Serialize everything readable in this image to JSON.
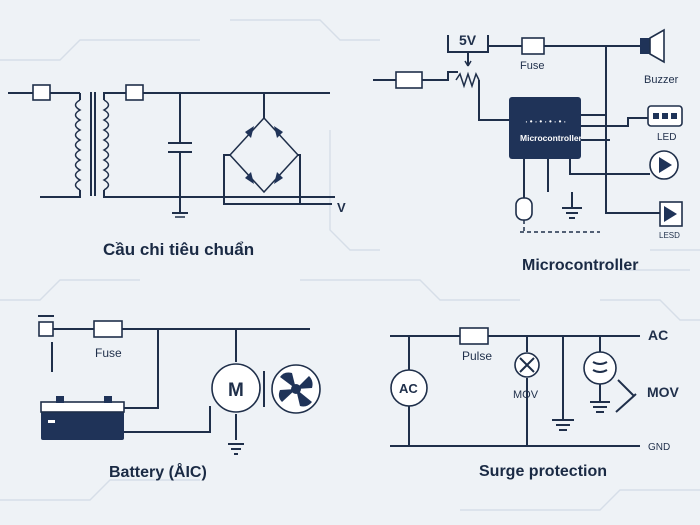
{
  "title_top_left": "Cầu chi tiêu chuẩn",
  "title_top_right": "Microcontroller",
  "title_bottom_left": "Battery (ÅIC)",
  "title_bottom_right": "Surge protection",
  "mcu": {
    "voltage": "5V",
    "fuse": "Fuse",
    "chip_label": "Microcontroller",
    "chip_pins": "·•·•·•·•·",
    "buzzer": "Buzzer",
    "led": "LED",
    "lesd": "LESD"
  },
  "rectifier": {
    "out": "V"
  },
  "battery": {
    "fuse": "Fuse",
    "motor": "M"
  },
  "surge": {
    "ac_line": "AC",
    "ac_source": "AC",
    "fuse": "Pulse",
    "mov1": "MOV",
    "mov2": "MOV",
    "gnd": "GND"
  },
  "colors": {
    "ink": "#1f2f4a",
    "chip": "#1f3358",
    "background": "#eef2f6"
  }
}
